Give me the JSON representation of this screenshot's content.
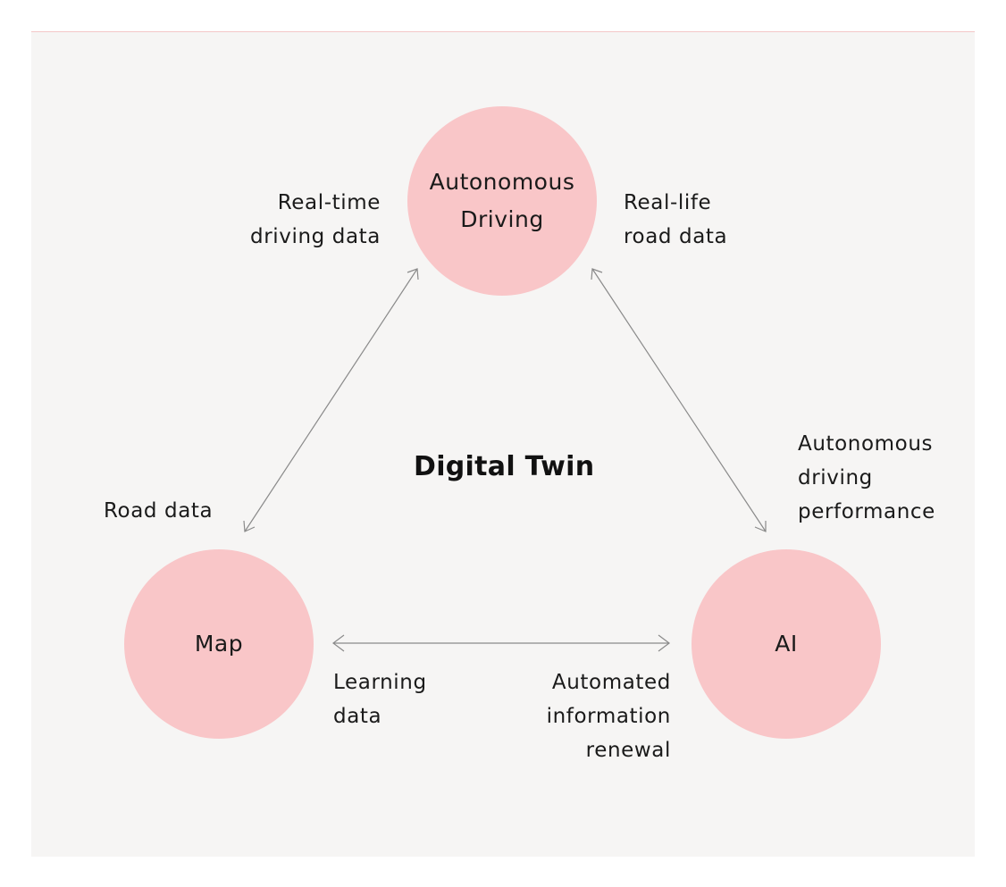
{
  "title": "Digital Twin",
  "nodes": {
    "autonomous_driving": {
      "line1": "Autonomous",
      "line2": "Driving"
    },
    "map": {
      "label": "Map"
    },
    "ai": {
      "label": "AI"
    }
  },
  "edges": {
    "driving_map": {
      "line1": "Real-time",
      "line2": "driving data",
      "road": "Road data"
    },
    "driving_ai": {
      "top_line1": "Real-life",
      "top_line2": "road data",
      "bottom_line1": "Autonomous",
      "bottom_line2": "driving",
      "bottom_line3": "performance"
    },
    "map_ai": {
      "left_line1": "Learning",
      "left_line2": "data",
      "right_line1": "Automated",
      "right_line2": "information",
      "right_line3": "renewal"
    }
  },
  "colors": {
    "node_fill": "#f9c6c8",
    "background": "#f6f5f4",
    "arrow": "#8a8a8a"
  }
}
